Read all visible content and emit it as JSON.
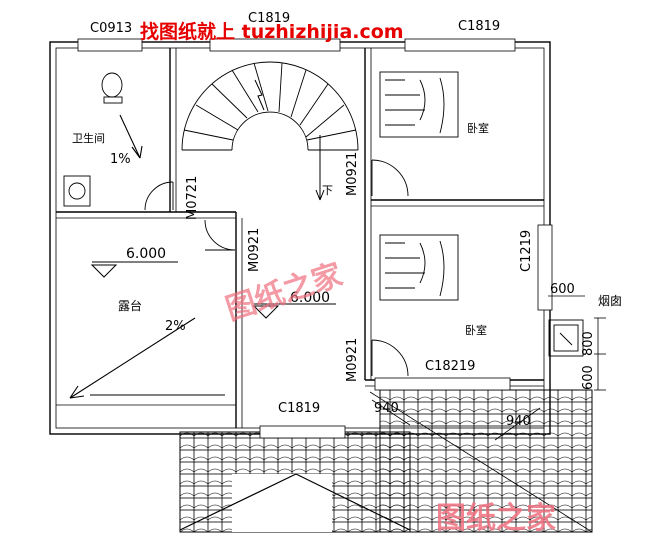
{
  "watermark_top": "找图纸就上 tuzhizhijia.com",
  "watermark_center": "图纸之家",
  "watermark_bottom": "图纸之家",
  "windows": {
    "top_left": "C0913",
    "top_middle": "C1819",
    "top_right": "C1819",
    "right_bedroom": "C1219",
    "lower_bedroom": "C18219",
    "bottom": "C1819"
  },
  "doors": {
    "bathroom": "M0721",
    "corridor": "M0921",
    "bedroom_upper": "M0921",
    "bedroom_lower": "M0921"
  },
  "rooms": {
    "bathroom": "卫生间",
    "terrace": "露台",
    "bedroom_upper": "卧室",
    "bedroom_lower": "卧室",
    "chimney": "烟囱"
  },
  "slopes": {
    "bathroom": "1%",
    "terrace": "2%"
  },
  "elevations": {
    "terrace": "6.000",
    "hall": "6.000"
  },
  "stair_label": "下",
  "dimensions": {
    "chimney_width": "600",
    "chimney_depth_a": "800",
    "chimney_depth_b": "600",
    "roof_left": "940",
    "roof_right": "940"
  }
}
